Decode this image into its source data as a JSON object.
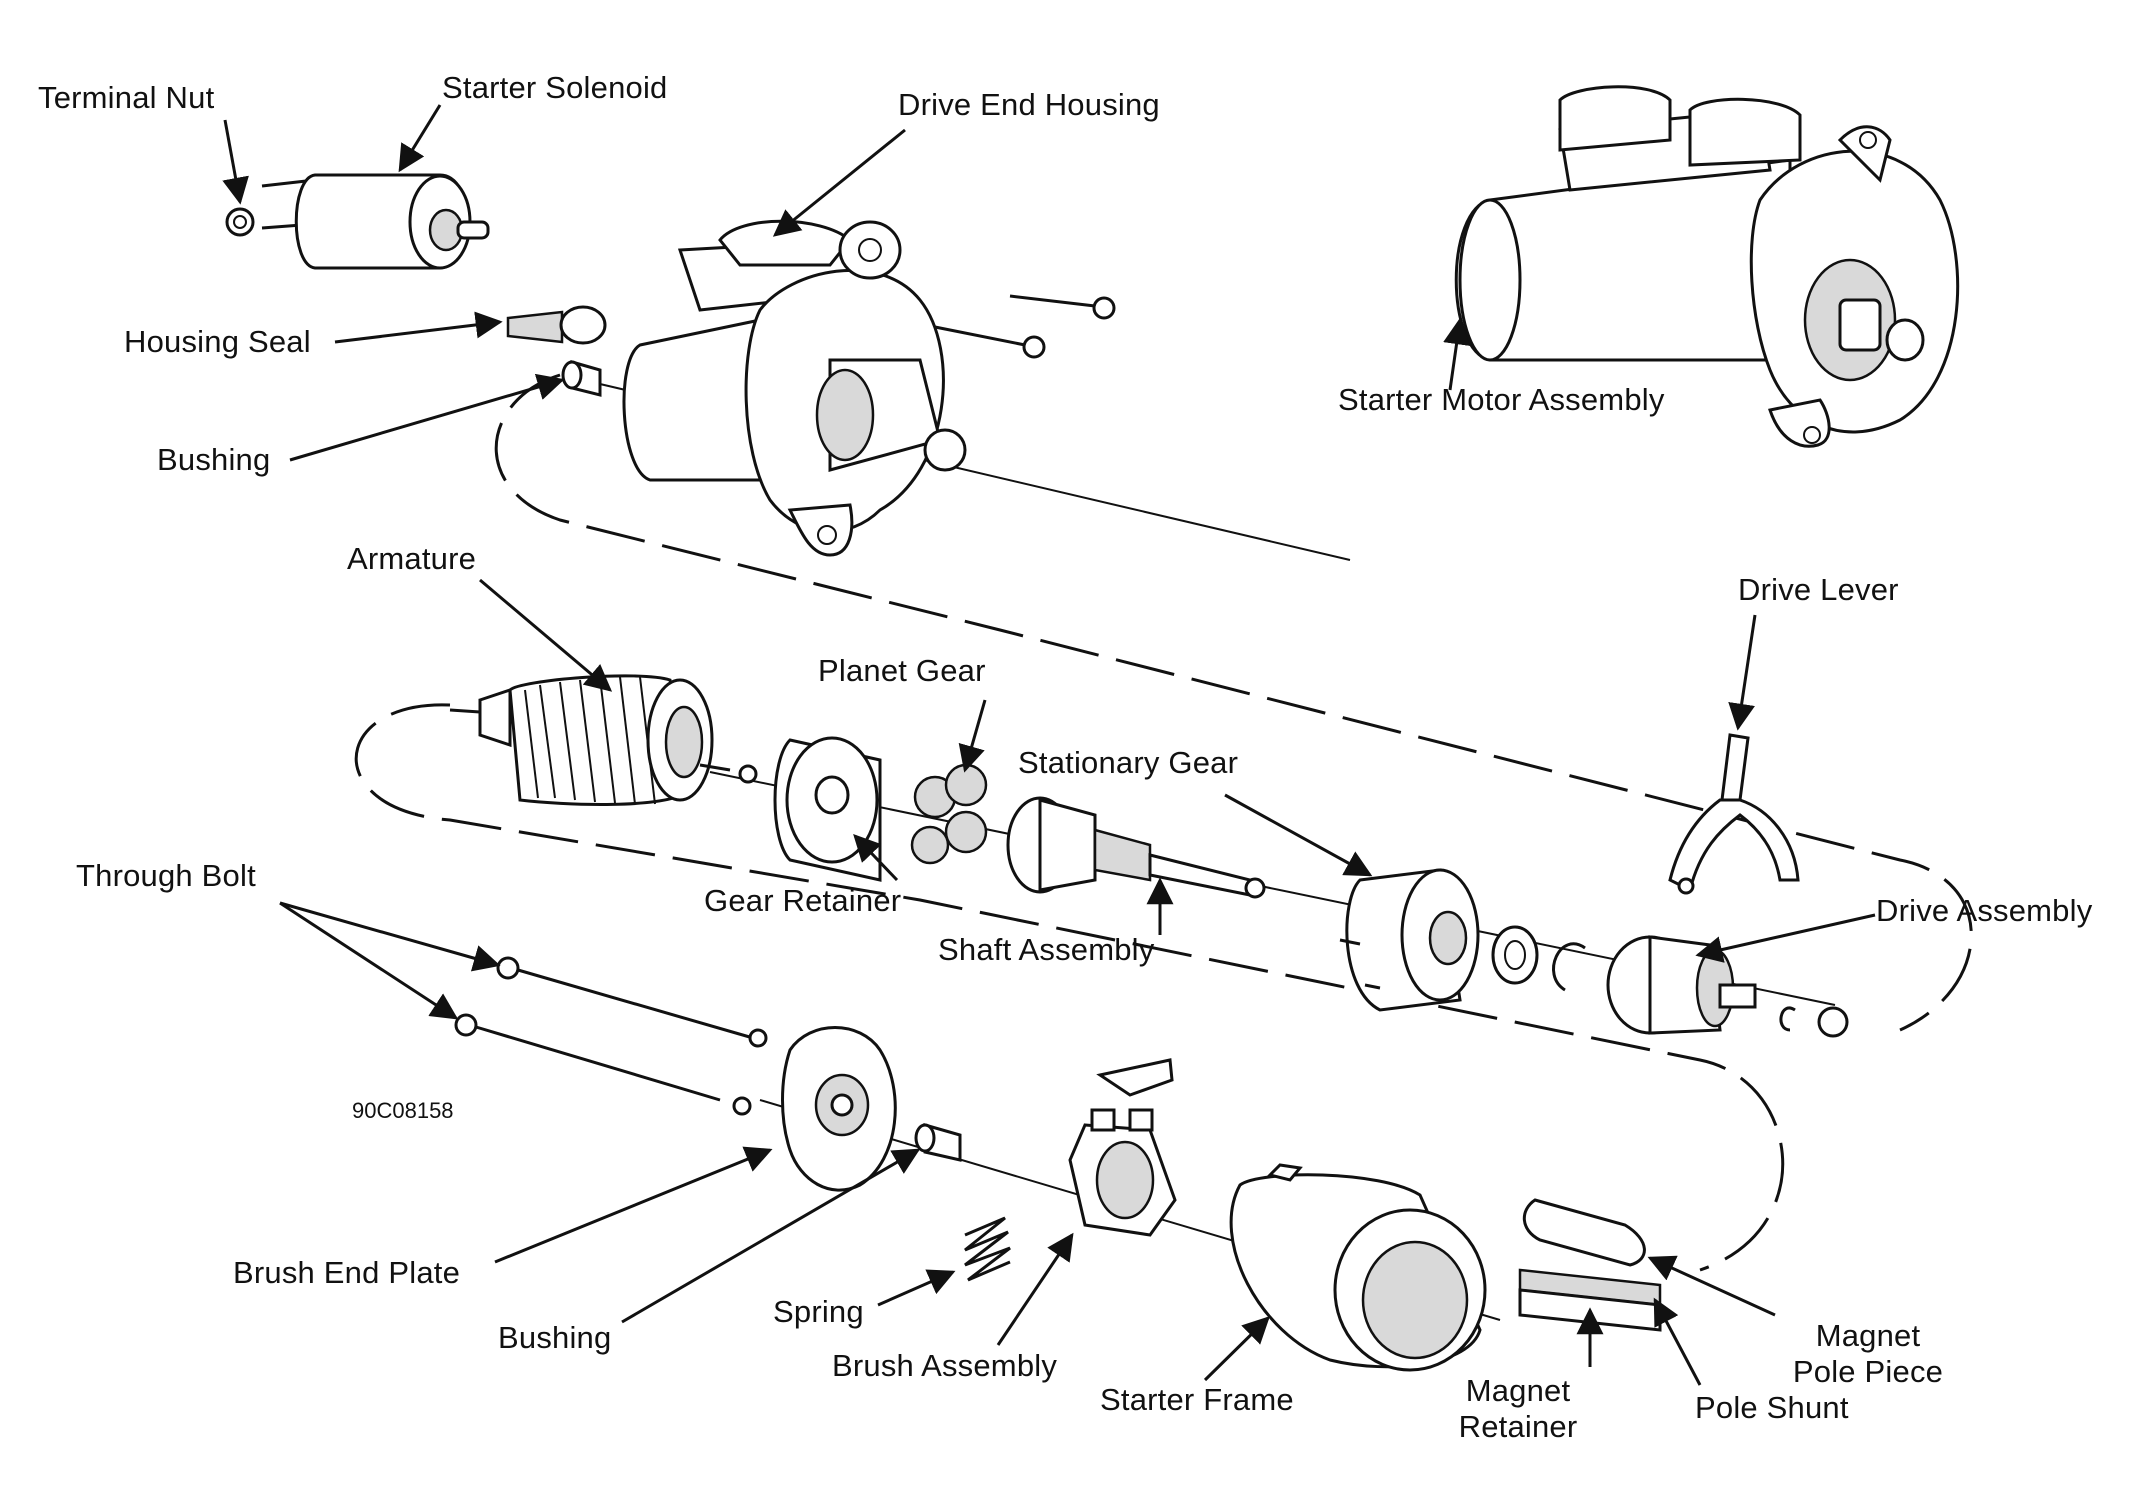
{
  "diagram": {
    "figure_code": "90C08158",
    "labels": {
      "terminal_nut": "Terminal Nut",
      "starter_solenoid": "Starter Solenoid",
      "drive_end_housing": "Drive End Housing",
      "housing_seal": "Housing Seal",
      "bushing_top": "Bushing",
      "starter_motor_assembly": "Starter Motor Assembly",
      "armature": "Armature",
      "planet_gear": "Planet Gear",
      "stationary_gear": "Stationary Gear",
      "drive_lever": "Drive Lever",
      "through_bolt": "Through Bolt",
      "gear_retainer": "Gear Retainer",
      "shaft_assembly": "Shaft Assembly",
      "drive_assembly": "Drive Assembly",
      "brush_end_plate": "Brush End Plate",
      "bushing_bottom": "Bushing",
      "spring": "Spring",
      "brush_assembly": "Brush Assembly",
      "starter_frame": "Starter Frame",
      "magnet_retainer_1": "Magnet",
      "magnet_retainer_2": "Retainer",
      "magnet_pole_piece_1": "Magnet",
      "magnet_pole_piece_2": "Pole Piece",
      "pole_shunt": "Pole Shunt"
    }
  }
}
